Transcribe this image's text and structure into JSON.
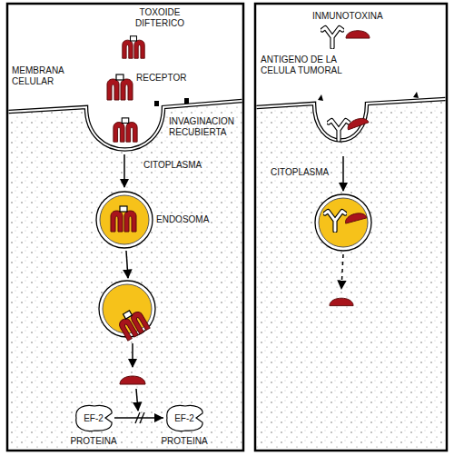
{
  "diagram": {
    "nodes": [
      {
        "text": [
          "EF-2",
          "PROTEINA"
        ]
      },
      {
        "text": [
          "EF-2",
          "PROTEINA"
        ]
      }
    ],
    "edges": [
      {
        "from": 0,
        "to": 1,
        "arrow": "to"
      }
    ],
    "labels": [
      "TOXOIDE DIFTERICO",
      "MEMBRANA CELULAR",
      "RECEPTOR",
      "INVAGINACION RECUBIERTA",
      "CITOPLASMA",
      "ENDOSOMA",
      "INMUNOTOXINA",
      "ANTIGENO DE LA CELULA TUMORAL",
      "CITOPLASMA"
    ]
  }
}
